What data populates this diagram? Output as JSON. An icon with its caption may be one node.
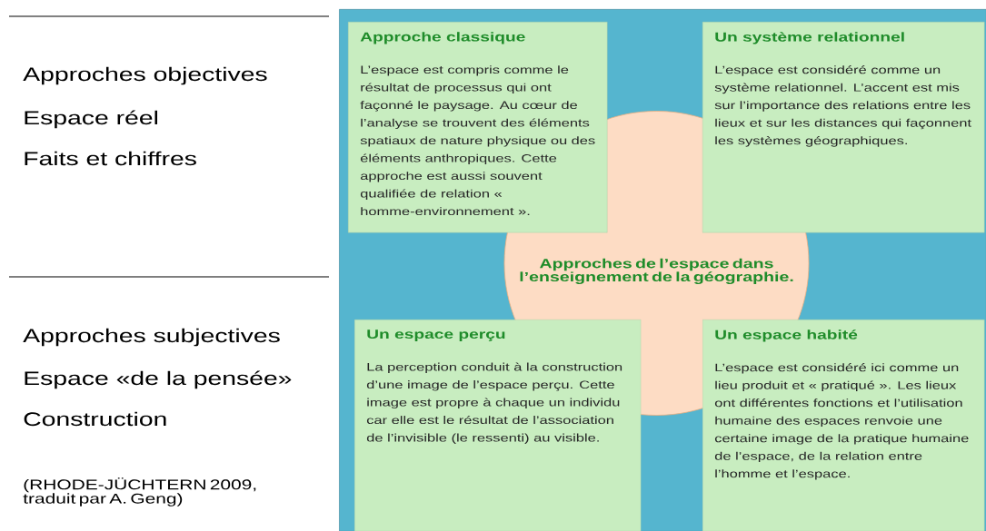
{
  "diagram": {
    "nodes": [
      {
        "text": [],
        "shape": "box"
      },
      {
        "text": [
          "Approche classique",
          "L’espace est compris comme le résultat de processus qui ont façonné le paysage. Au cœur de l’analyse se trouvent des éléments spatiaux de nature physique ou des éléments anthropiques. Cette approche est aussi souvent qualifiée de relation « homme-environnement »."
        ],
        "in": 0
      },
      {
        "text": [
          "Un système relationnel",
          "L’espace est considéré comme un système relationnel. L’accent est mis sur l’importance des relations entre les lieux et sur les distances qui façonnent les systèmes géographiques."
        ],
        "in": 0
      },
      {
        "text": [
          "Approches de l’espace dans l’enseignement de la géographie."
        ],
        "in": 0
      },
      {
        "text": [
          "Un espace perçu",
          "La perception conduit à la construction d’une image de l’espace perçu. Cette image est propre à chaque un individu car elle est le résultat de l’association de l’invisible (le ressenti) au visible."
        ],
        "in": 0
      },
      {
        "text": [
          "Un espace habité",
          "L’espace est considéré ici comme un lieu produit et « pratiqué ». Les lieux ont différentes fonctions et l’utilisation humaine des espaces renvoie une certaine image de la pratique humaine de l’espace, de la relation entre l’homme et l’espace."
        ],
        "in": 0
      }
    ],
    "labels": [
      "Approches objectives",
      "Espace réel",
      "Faits et chiffres",
      "Approches subjectives",
      "Espace «de la pensée»",
      "Construction",
      "(RHODE-JÜCHTERN 2009, traduit par A. Geng)"
    ]
  }
}
